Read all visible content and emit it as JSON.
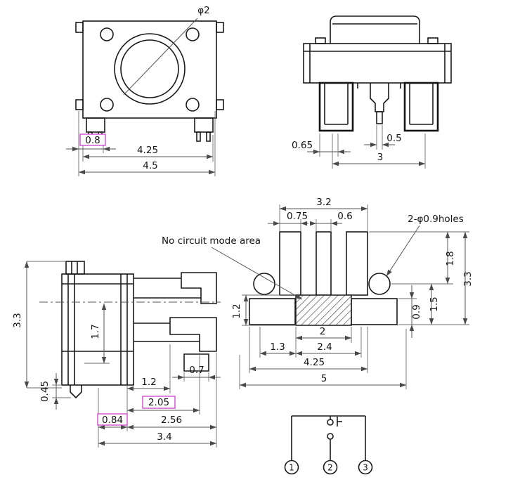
{
  "drawing": {
    "top_view": {
      "dia_label": "φ2",
      "dim_0_8": "0.8",
      "dim_4_25": "4.25",
      "dim_4_5": "4.5"
    },
    "front_view": {
      "dim_0_65": "0.65",
      "dim_0_5": "0.5",
      "dim_3": "3"
    },
    "side_view": {
      "dim_3_3": "3.3",
      "dim_1_7": "1.7",
      "dim_0_45": "0.45",
      "dim_0_7": "0.7",
      "dim_1_2": "1.2",
      "dim_2_05": "2.05",
      "dim_0_84": "0.84",
      "dim_2_56": "2.56",
      "dim_3_4": "3.4"
    },
    "footprint": {
      "note": "No circuit mode area",
      "holes_label": "2-φ0.9holes",
      "dim_3_2": "3.2",
      "dim_0_75": "0.75",
      "dim_0_6": "0.6",
      "dim_1_8": "1.8",
      "dim_3_3": "3.3",
      "dim_1_5": "1.5",
      "dim_0_9": "0.9",
      "dim_1_2": "1.2",
      "dim_2": "2",
      "dim_1_3": "1.3",
      "dim_2_4": "2.4",
      "dim_4_25": "4.25",
      "dim_5": "5"
    },
    "schematic": {
      "pin_1": "1",
      "pin_2": "2",
      "pin_3": "3"
    }
  },
  "colors": {
    "object_line": "#1a1a1a",
    "dimension_line": "#555555",
    "accent": "#cc3fcc",
    "background": "#ffffff"
  }
}
